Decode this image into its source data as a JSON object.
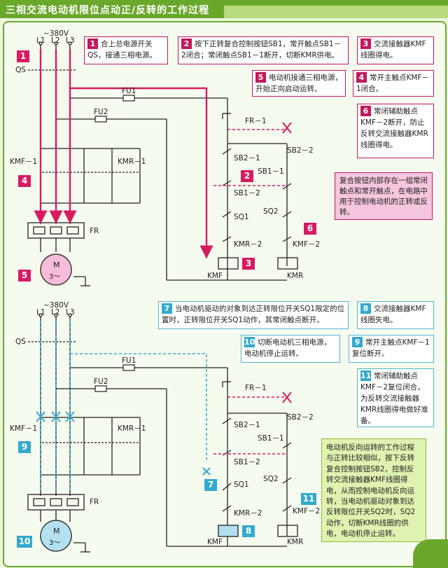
{
  "title": "三相交流电动机限位点动正/反转的工作过程",
  "voltage": "~380V",
  "phases": [
    "L1",
    "L2",
    "L3"
  ],
  "components": {
    "qs": "QS",
    "fu1": "FU1",
    "fu2": "FU2",
    "kmf_main": "KMF－1",
    "kmr_main": "KMR－1",
    "fr": "FR",
    "fr_contact": "FR－1",
    "motor_m": "M",
    "motor_phase": "3～",
    "sb2_2": "SB2－2",
    "sb2_1": "SB2－1",
    "sb1_1": "SB1－1",
    "sb1_2": "SB1－2",
    "sq1": "SQ1",
    "sq2": "SQ2",
    "kmr_2": "KMR－2",
    "kmf_2": "KMF－2",
    "kmf_coil": "KMF",
    "kmr_coil": "KMR"
  },
  "top_steps": [
    {
      "num": "1",
      "text": "合上总电源开关QS，接通三相电源。"
    },
    {
      "num": "2",
      "text": "按下正转复合控制按钮SB1，常开触点SB1－2闭合；常闭触点SB1－1断开，切断KMR供电。"
    },
    {
      "num": "3",
      "text": "交流接触器KMF线圈得电。"
    },
    {
      "num": "4",
      "text": "常开主触点KMF－1闭合。"
    },
    {
      "num": "5",
      "text": "电动机接通三相电源，开始正向启动运转。"
    },
    {
      "num": "6",
      "text": "常闭辅助触点KMF－2断开，防止反转交流接触器KMR线圈得电。"
    }
  ],
  "bottom_steps": [
    {
      "num": "7",
      "text": "当电动机驱动的对象到达正转限位开关SQ1限定的位置时，正转限位开关SQ1动作，其常闭触点断开。"
    },
    {
      "num": "8",
      "text": "交流接触器KMF线圈失电。"
    },
    {
      "num": "9",
      "text": "常开主触点KMF－1复位断开。"
    },
    {
      "num": "10",
      "text": "切断电动机三相电源，电动机停止运转。"
    },
    {
      "num": "11",
      "text": "常闭辅助触点KMF－2复位闭合，为反转交流接触器KMR线圈得电做好准备。"
    }
  ],
  "pink_note": "复合按钮内部存在一组常闭触点和常开触点，在电路中用于控制电动机的正转或反转。",
  "green_note": "电动机反向运转的工作过程与正转比较相似，按下反转复合控制按钮SB2，控制反转交流接触器KMF线圈得电，从而控制电动机反向运转，当电动机驱动对象到达反转限位开关SQ2时，SQ2动作，切断KMR线圈的供电，电动机停止运转。",
  "diagram_tags_top": [
    "1",
    "2",
    "3",
    "4",
    "5",
    "6"
  ],
  "diagram_tags_bottom": [
    "7",
    "8",
    "9",
    "10",
    "11"
  ],
  "colors": {
    "accent_green": "#6aa82c",
    "magenta": "#c2185b",
    "cyan": "#33aacc"
  }
}
